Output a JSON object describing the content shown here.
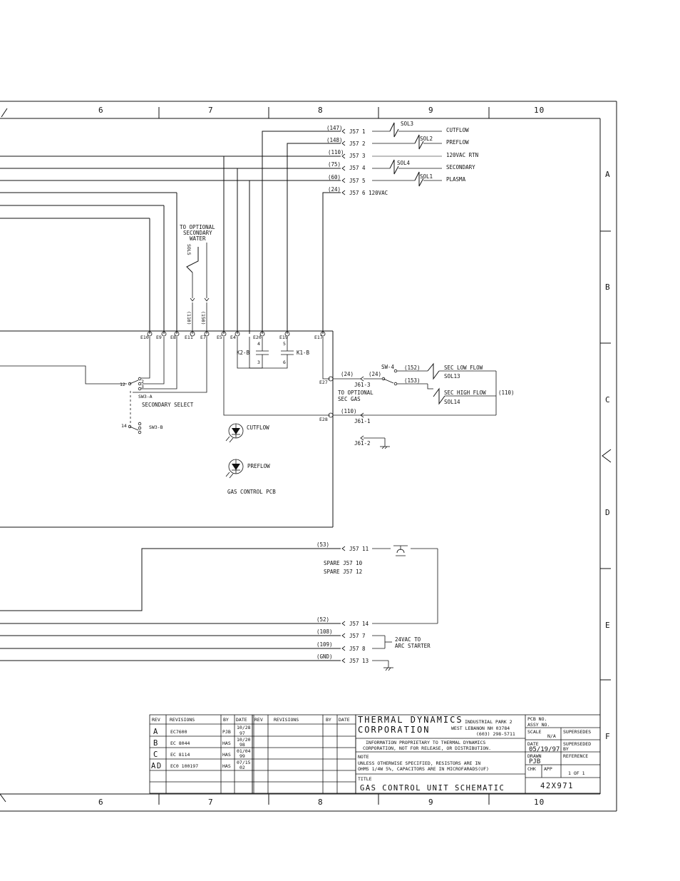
{
  "frame": {
    "top_columns": [
      "6",
      "7",
      "8",
      "9",
      "10"
    ],
    "bottom_columns": [
      "6",
      "7",
      "8",
      "9",
      "10"
    ],
    "rows": [
      "A",
      "B",
      "C",
      "D",
      "E",
      "F"
    ]
  },
  "connector_j57": [
    {
      "wire": "(147)",
      "label": "J57 1"
    },
    {
      "wire": "(148)",
      "label": "J57 2"
    },
    {
      "wire": "(110)",
      "label": "J57 3"
    },
    {
      "wire": "(75)",
      "label": "J57 4"
    },
    {
      "wire": "(60)",
      "label": "J57 5"
    },
    {
      "wire": "(24)",
      "label": "J57 6 120VAC"
    }
  ],
  "solenoids": {
    "sol3": "SOL3",
    "sol2": "SOL2",
    "sol4": "SOL4",
    "sol1": "SOL1",
    "sol5": "SOL5",
    "sol13": "SOL13",
    "sol14": "SOL14"
  },
  "functions": [
    "CUTFLOW",
    "PREFLOW",
    "120VAC RTN",
    "SECONDARY",
    "PLASMA"
  ],
  "optional_water": [
    "TO OPTIONAL",
    "SECONDARY",
    "WATER"
  ],
  "wire_labels": {
    "w110": "(110)",
    "w150": "(150)",
    "w24a": "(24)",
    "w24b": "(24)",
    "w152": "(152)",
    "w153": "(153)",
    "w110b": "(110)",
    "w110c": "(110)"
  },
  "terminals": [
    "E10",
    "E9",
    "E8",
    "E11",
    "E7",
    "E5",
    "E4",
    "E20",
    "E19",
    "E17"
  ],
  "pins": {
    "p4": "4",
    "p5": "5",
    "p3": "3",
    "p6": "6"
  },
  "relays": {
    "k2": "K2-B",
    "k1": "K1-B"
  },
  "e27": "E27",
  "e28": "E28",
  "sw3": {
    "pin12": "12",
    "pin2": "2",
    "pin3": "3",
    "label": "SW3-A",
    "pin14": "14",
    "label_b": "SW3-B",
    "caption": "SECONDARY SELECT"
  },
  "sw4": "SW-4",
  "j61": {
    "j3": "J61-3",
    "j1": "J61-1",
    "j2": "J61-2"
  },
  "optional_gas": [
    "TO OPTIONAL",
    "SEC GAS"
  ],
  "sec_low": "SEC LOW FLOW",
  "sec_high": "SEC HIGH FLOW",
  "leds": {
    "cutflow": "CUTFLOW",
    "preflow": "PREFLOW"
  },
  "pcb_label": "GAS CONTROL PCB",
  "lower_connector": [
    {
      "wire": "(53)",
      "label": "J57 11"
    },
    {
      "wire": "(52)",
      "label": "J57 14"
    },
    {
      "wire": "(108)",
      "label": "J57 7"
    },
    {
      "wire": "(109)",
      "label": "J57 8"
    },
    {
      "wire": "(GND)",
      "label": "J57 13"
    }
  ],
  "spares": [
    "SPARE  J57 10",
    "SPARE  J57 12"
  ],
  "arc_starter": [
    "24VAC TO",
    "ARC STARTER"
  ],
  "revisions": {
    "headers": [
      "REV",
      "REVISIONS",
      "BY",
      "DATE",
      "REV",
      "REVISIONS",
      "BY",
      "DATE"
    ],
    "rows": [
      {
        "rev": "A",
        "desc": "EC7600",
        "by": "PJB",
        "date": [
          "10/28",
          "97"
        ]
      },
      {
        "rev": "B",
        "desc": "EC 8044",
        "by": "HAS",
        "date": [
          "10/20",
          "98"
        ]
      },
      {
        "rev": "C",
        "desc": "EC 8114",
        "by": "HAS",
        "date": [
          "01/04",
          "99"
        ]
      },
      {
        "rev": "AD",
        "desc": "EC0 100197",
        "by": "HAS",
        "date": [
          "07/15",
          "02"
        ]
      }
    ]
  },
  "title_block": {
    "company1": "THERMAL DYNAMICS",
    "company2": "CORPORATION",
    "address": [
      "INDUSTRIAL PARK 2",
      "WEST LEBANON NH 03784",
      "(603) 298-5711"
    ],
    "proprietary": [
      "INFORMATION PROPRIETARY TO THERMAL DYNAMICS",
      "CORPORATION, NOT FOR RELEASE, OR DISTRIBUTION."
    ],
    "note_label": "NOTE",
    "note": [
      "UNLESS OTHERWISE SPECIFIED, RESISTORS ARE IN",
      "OHMS 1/4W 5%, CAPACITORS ARE IN MICROFARADS(UF)"
    ],
    "title_label": "TITLE",
    "title": "GAS CONTROL UNIT SCHEMATIC",
    "pcb_no": [
      "PCB NO.",
      "ASSY NO."
    ],
    "scale_label": "SCALE",
    "scale": "N/A",
    "supersedes": "SUPERSEDES",
    "date_label": "DATE",
    "date": "05/19/97",
    "superseded": [
      "SUPERSEDED",
      "BY"
    ],
    "drawn_label": "DRAWN",
    "drawn": "PJB",
    "reference": "REFERENCE",
    "chk": "CHK",
    "app": "APP",
    "sheet": "1  OF  1",
    "drawing_no": "42X971"
  }
}
